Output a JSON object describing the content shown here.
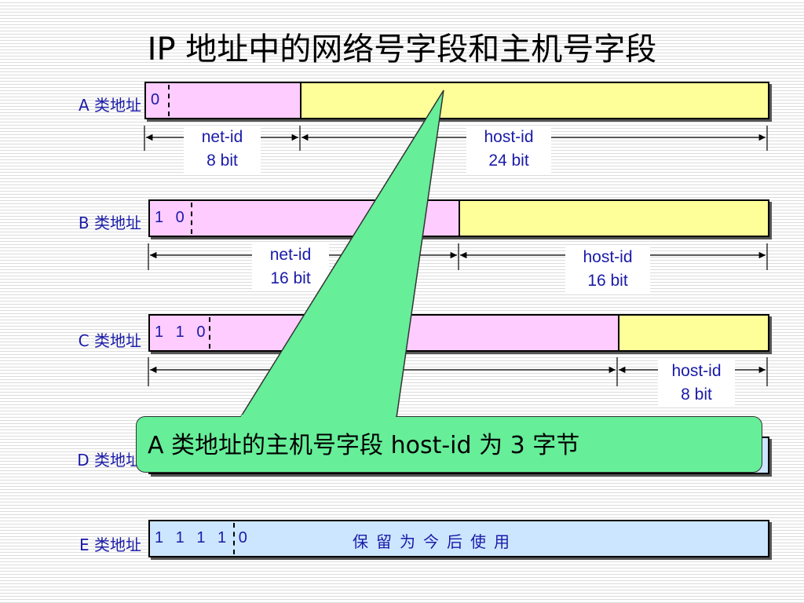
{
  "title": "IP 地址中的网络号字段和主机号字段",
  "rows": {
    "a": {
      "label": "A 类地址",
      "bits": "0"
    },
    "b": {
      "label": "B 类地址",
      "bits": "1 0"
    },
    "c": {
      "label": "C 类地址",
      "bits": "1 1 0"
    },
    "d": {
      "label": "D 类地址"
    },
    "e": {
      "label": "E 类地址",
      "bits": "1 1 1 1 0",
      "reserved": "保留为今后使用"
    }
  },
  "measures": {
    "a_net": "net-id\n8 bit",
    "a_host": "host-id\n24 bit",
    "b_net": "net-id\n16 bit",
    "b_host": "host-id\n16 bit",
    "c_host": "host-id\n8 bit"
  },
  "callout": "A 类地址的主机号字段 host-id 为 3 字节",
  "colors": {
    "net_field": "#ffccff",
    "host_field": "#ffff99",
    "class_de_field": "#cce6ff",
    "callout": "#66ee99",
    "label_text": "#1a1aa8"
  }
}
